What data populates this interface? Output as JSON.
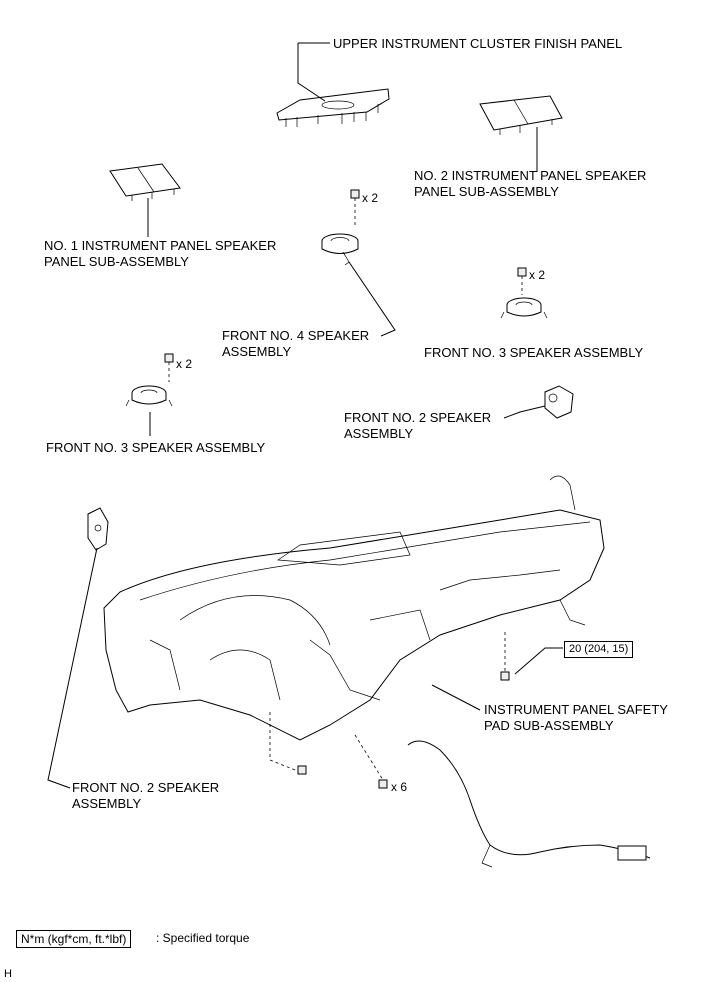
{
  "labels": {
    "upper_cluster_panel": "UPPER INSTRUMENT CLUSTER FINISH PANEL",
    "no2_speaker_panel_l1": "NO. 2 INSTRUMENT PANEL SPEAKER",
    "no2_speaker_panel_l2": "PANEL SUB-ASSEMBLY",
    "no1_speaker_panel_l1": "NO. 1 INSTRUMENT PANEL SPEAKER",
    "no1_speaker_panel_l2": "PANEL SUB-ASSEMBLY",
    "front_no4_speaker_l1": "FRONT NO. 4 SPEAKER",
    "front_no4_speaker_l2": "ASSEMBLY",
    "front_no3_speaker_right": "FRONT NO. 3 SPEAKER ASSEMBLY",
    "front_no3_speaker_left": "FRONT NO. 3 SPEAKER ASSEMBLY",
    "front_no2_speaker_upper_l1": "FRONT NO. 2 SPEAKER",
    "front_no2_speaker_upper_l2": "ASSEMBLY",
    "safety_pad_l1": "INSTRUMENT PANEL SAFETY",
    "safety_pad_l2": "PAD SUB-ASSEMBLY",
    "front_no2_speaker_lower_l1": "FRONT NO. 2 SPEAKER",
    "front_no2_speaker_lower_l2": "ASSEMBLY"
  },
  "quantities": {
    "no4_screws": "x 2",
    "no3_right_screws": "x 2",
    "no3_left_screws": "x 2",
    "bolts": "x 6"
  },
  "torque": {
    "value": "20 (204, 15)"
  },
  "legend": {
    "unit": "N*m (kgf*cm, ft.*lbf)",
    "desc": ": Specified torque"
  },
  "corner_mark": "H"
}
